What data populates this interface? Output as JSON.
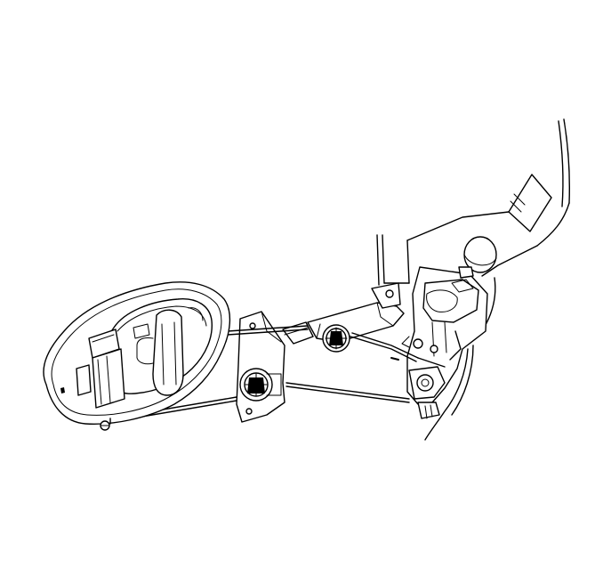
{
  "figure": {
    "background": "#ffffff",
    "line_color": "#000000",
    "parts": [
      "inside-handle-bezel",
      "door-panel-bracket",
      "lock-cylinder-linkage",
      "latch-assembly",
      "door-frame",
      "actuator-rods"
    ]
  }
}
